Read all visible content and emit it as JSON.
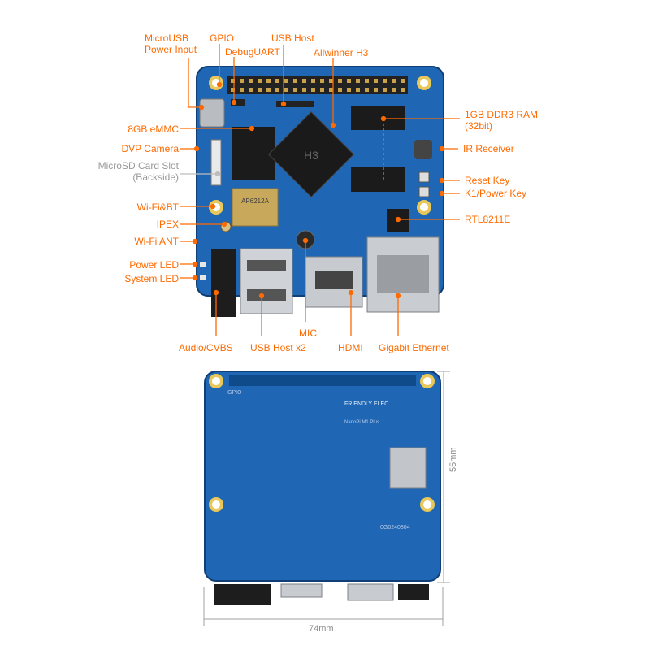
{
  "labels": {
    "microusb": "MicroUSB\nPower Input",
    "gpio": "GPIO",
    "debug_uart": "DebugUART",
    "usb_host": "USB Host",
    "allwinner": "Allwinner H3",
    "emmc": "8GB eMMC",
    "dvp_camera": "DVP Camera",
    "microsd": "MicroSD Card Slot\n(Backside)",
    "wifi_bt": "Wi-Fi&BT",
    "ipex": "IPEX",
    "wifi_ant": "Wi-Fi ANT",
    "power_led": "Power LED",
    "system_led": "System LED",
    "ram": "1GB DDR3 RAM\n(32bit)",
    "ir_receiver": "IR Receiver",
    "reset_key": "Reset Key",
    "power_key": "K1/Power Key",
    "rtl": "RTL8211E",
    "audio": "Audio/CVBS",
    "usb_host_x2": "USB Host x2",
    "mic": "MIC",
    "hdmi": "HDMI",
    "gigabit": "Gigabit Ethernet"
  },
  "board_text": {
    "soc": "H3",
    "wifi_module": "AP6212A",
    "brand": "FRIENDLY\nELEC",
    "model": "NanoPi M1 Plus",
    "serial": "0G0240804",
    "gpio_silk": "GPIO"
  },
  "dimensions": {
    "height": "55mm",
    "width": "74mm"
  },
  "colors": {
    "accent": "#ff6a00",
    "board": "#1f67b4",
    "board_dark": "#134a87",
    "muted": "#9a9a9a"
  }
}
